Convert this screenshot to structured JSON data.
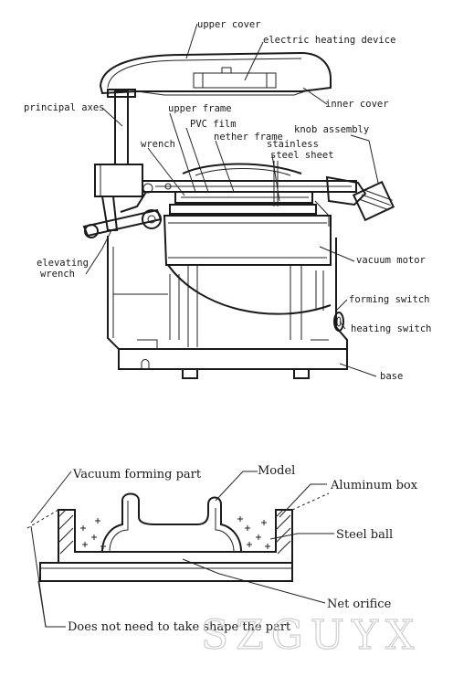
{
  "machine_labels": {
    "upper_cover": "upper cover",
    "electric_heating_device": "electric heating device",
    "inner_cover": "inner cover",
    "principal_axes": "principal axes",
    "upper_frame": "upper frame",
    "pvc_film": "PVC film",
    "wrench": "wrench",
    "nether_frame": "nether frame",
    "knob_assembly": "knob assembly",
    "stainless": "stainless",
    "steel_sheet": "steel sheet",
    "elevating": "elevating",
    "wrench2": "wrench",
    "vacuum_motor": "vacuum motor",
    "forming_switch": "forming switch",
    "heating_switch": "heating switch",
    "base": "base"
  },
  "section_labels": {
    "vacuum_forming_part": "Vacuum forming part",
    "model": "Model",
    "aluminum_box": "Aluminum box",
    "steel_ball": "Steel ball",
    "net_orifice": "Net orifice",
    "does_not_need": "Does not need to take shape the part"
  },
  "watermark": "SZGUYX"
}
